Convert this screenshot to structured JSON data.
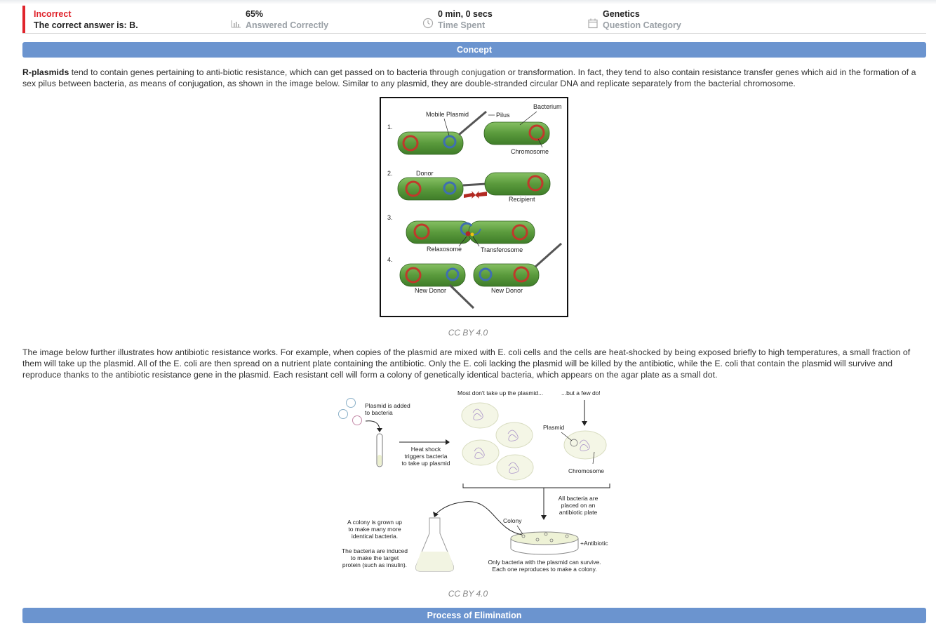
{
  "result": {
    "status": "Incorrect",
    "answer_text": "The correct answer is: B."
  },
  "stats": [
    {
      "value": "65%",
      "label": "Answered Correctly",
      "icon": "bar-chart-icon"
    },
    {
      "value": "0 min, 0 secs",
      "label": "Time Spent",
      "icon": "clock-icon"
    },
    {
      "value": "Genetics",
      "label": "Question Category",
      "icon": "calendar-icon"
    }
  ],
  "sections": {
    "concept": "Concept",
    "elimination": "Process of Elimination"
  },
  "paragraph1": {
    "bold": "R-plasmids",
    "text": " tend to contain genes pertaining to anti-biotic resistance, which can get passed on to bacteria through conjugation or transformation. In fact, they tend to also contain resistance transfer genes which aid in the formation of a sex pilus between bacteria, as means of conjugation, as shown in the image below. Similar to any plasmid, they are double-stranded circular DNA and replicate separately from the bacterial chromosome."
  },
  "paragraph2": "The image below further illustrates how antibiotic resistance works. For example, when copies of the plasmid are mixed with E. coli cells and the cells are heat-shocked by being exposed briefly to high temperatures, a small fraction of them will take up the plasmid. All of the E. coli are then spread on a nutrient plate containing the antibiotic. Only the E. coli lacking the plasmid will be killed by the antibiotic, while the E. coli that contain the plasmid will survive and reproduce thanks to the antibiotic resistance gene in the plasmid. Each resistant cell will form a colony of genetically identical bacteria, which appears on the agar plate as a small dot.",
  "figure1": {
    "caption": "CC BY 4.0",
    "labels": {
      "step1": "1.",
      "step2": "2.",
      "step3": "3.",
      "step4": "4.",
      "mobile_plasmid": "Mobile Plasmid",
      "pilus": "Pilus",
      "bacterium": "Bacterium",
      "chromosome": "Chromosome",
      "donor": "Donor",
      "recipient": "Recipient",
      "relaxosome": "Relaxosome",
      "transferosome": "Transferosome",
      "new_donor_a": "New Donor",
      "new_donor_b": "New Donor"
    }
  },
  "figure2": {
    "caption": "CC BY 4.0",
    "labels": {
      "plasmid_added_1": "Plasmid is added",
      "plasmid_added_2": "to bacteria",
      "heat_1": "Heat shock",
      "heat_2": "triggers bacteria",
      "heat_3": "to take up plasmid",
      "most": "Most don't take up the plasmid...",
      "few": "...but a few do!",
      "plasmid": "Plasmid",
      "chromosome": "Chromosome",
      "all_1": "All bacteria are",
      "all_2": "placed on an",
      "all_3": "antibiotic plate",
      "colony": "Colony",
      "antibiotic": "+Antibiotic",
      "only_1": "Only bacteria with the plasmid can survive.",
      "only_2": "Each one reproduces to make a colony.",
      "grown_1": "A colony is grown up",
      "grown_2": "to make many more",
      "grown_3": "identical bacteria.",
      "induced_1": "The bacteria are induced",
      "induced_2": "to make the target",
      "induced_3": "protein (such as insulin)."
    }
  },
  "colors": {
    "incorrect_red": "#e0242c",
    "banner_blue": "#6b94cf",
    "bacteria_green": "#5a9a3c",
    "chromosome_red": "#c0392b",
    "plasmid_blue": "#3f6fb0"
  }
}
